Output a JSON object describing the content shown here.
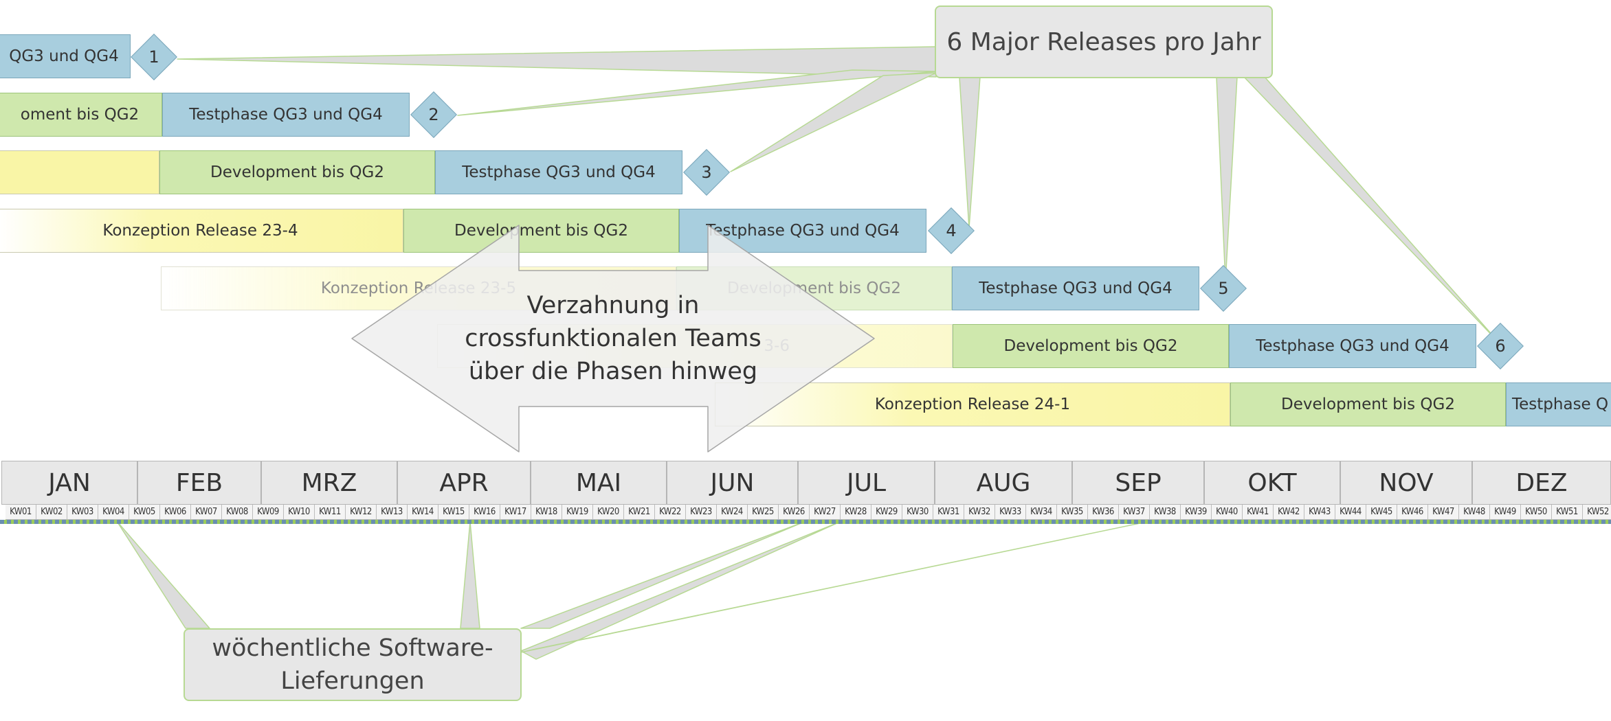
{
  "callouts": {
    "releases": "6 Major Releases pro Jahr",
    "weekly_line1": "wöchentliche Software-",
    "weekly_line2": "Lieferungen"
  },
  "arrow": {
    "line1": "Verzahnung in",
    "line2": "crossfunktionalen Teams",
    "line3": "über die Phasen hinweg"
  },
  "rows": [
    {
      "test": "QG3 und QG4",
      "milestone": "1"
    },
    {
      "dev": "oment bis QG2",
      "test": "Testphase  QG3 und QG4",
      "milestone": "2"
    },
    {
      "dev": "Development bis QG2",
      "test": "Testphase  QG3 und QG4",
      "milestone": "3"
    },
    {
      "konz": "Konzeption Release 23-4",
      "dev": "Development bis QG2",
      "test": "Testphase  QG3 und QG4",
      "milestone": "4"
    },
    {
      "konz": "Konzeption Release 23-5",
      "dev": "Development bis QG2",
      "test": "Testphase  QG3 und QG4",
      "milestone": "5"
    },
    {
      "konz": "3-6",
      "dev": "Development bis QG2",
      "test": "Testphase  QG3 und QG4",
      "milestone": "6"
    },
    {
      "konz": "Konzeption Release 24-1",
      "dev": "Development bis QG2",
      "test": "Testphase  Q"
    }
  ],
  "months": [
    "JAN",
    "FEB",
    "MRZ",
    "APR",
    "MAI",
    "JUN",
    "JUL",
    "AUG",
    "SEP",
    "OKT",
    "NOV",
    "DEZ"
  ],
  "weeks": [
    "KW01",
    "KW02",
    "KW03",
    "KW04",
    "KW05",
    "KW06",
    "KW07",
    "KW08",
    "KW09",
    "KW10",
    "KW11",
    "KW12",
    "KW13",
    "KW14",
    "KW15",
    "KW16",
    "KW17",
    "KW18",
    "KW19",
    "KW20",
    "KW21",
    "KW22",
    "KW23",
    "KW24",
    "KW25",
    "KW26",
    "KW27",
    "KW28",
    "KW29",
    "KW30",
    "KW31",
    "KW32",
    "KW33",
    "KW34",
    "KW35",
    "KW36",
    "KW37",
    "KW38",
    "KW39",
    "KW40",
    "KW41",
    "KW42",
    "KW43",
    "KW44",
    "KW45",
    "KW46",
    "KW47",
    "KW48",
    "KW49",
    "KW50",
    "KW51",
    "KW52"
  ],
  "colors": {
    "test": "#a8cede",
    "development": "#cfe8ad",
    "konzeption": "#f9f5a6",
    "callout_fill": "#e7e7e7",
    "callout_border": "#b7d993"
  }
}
